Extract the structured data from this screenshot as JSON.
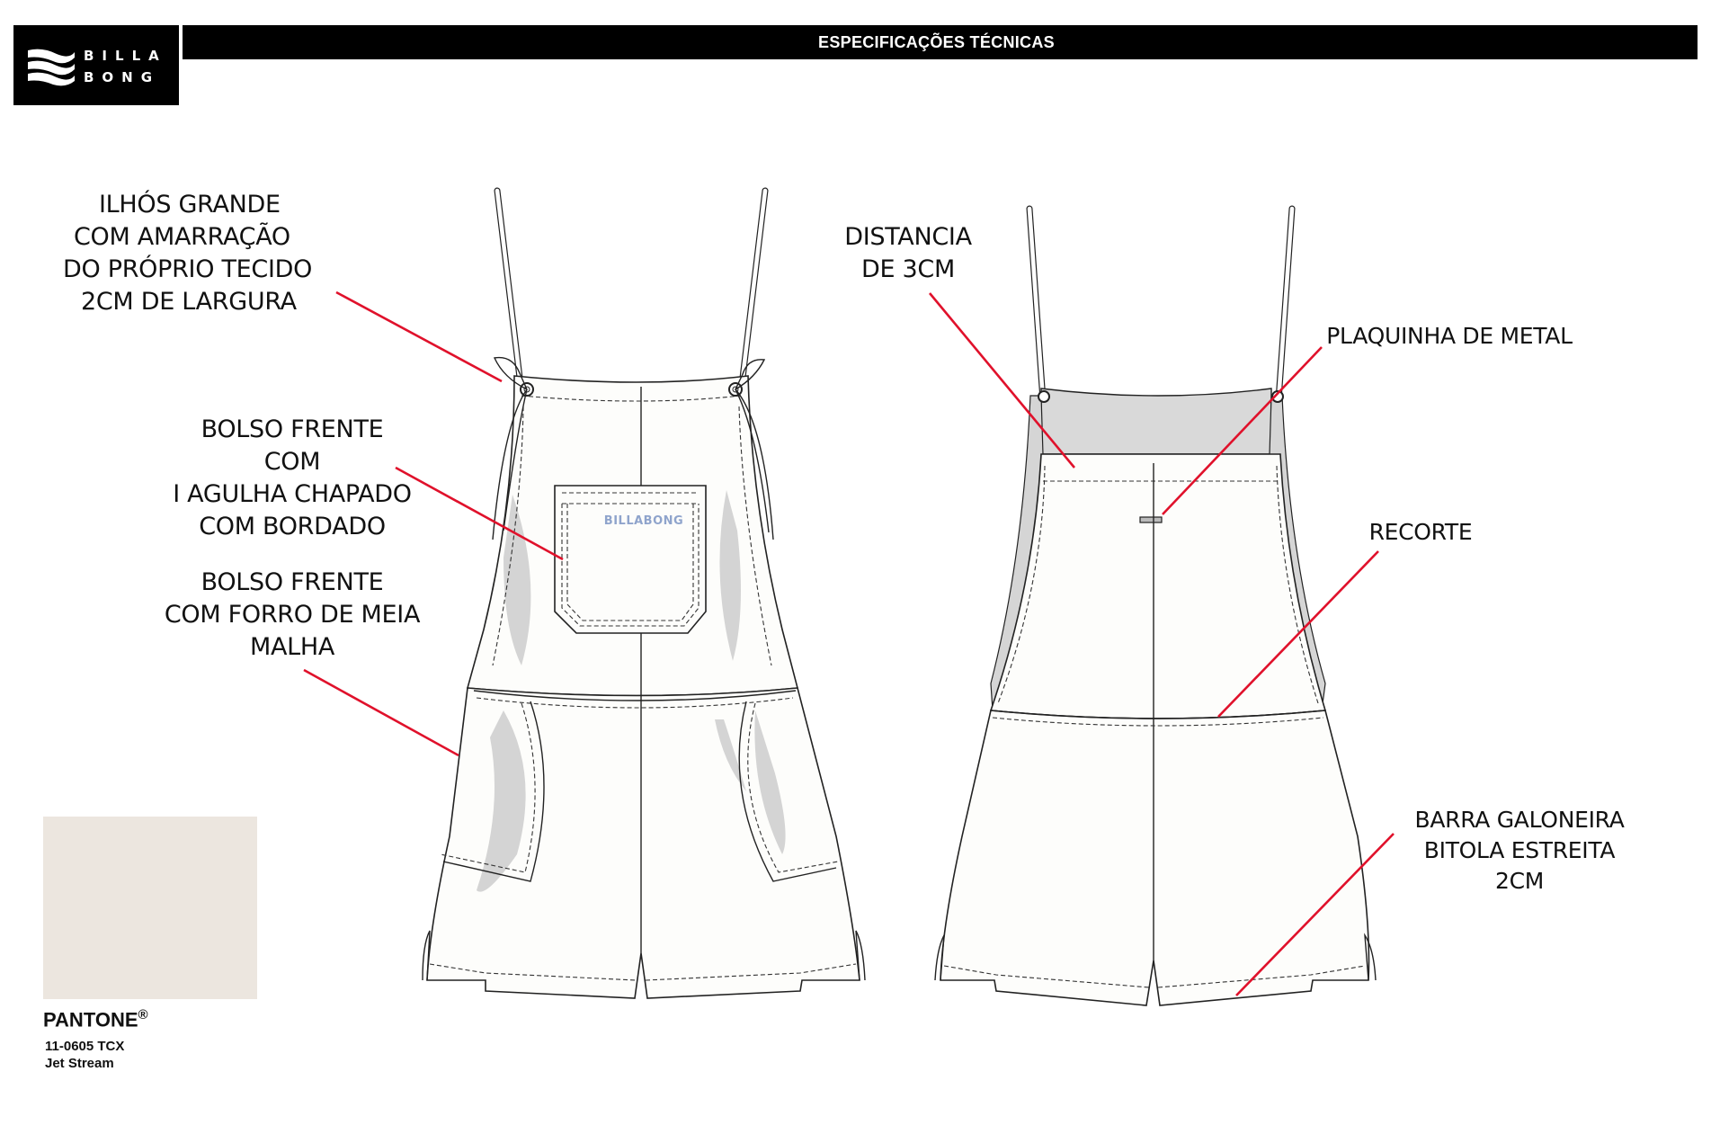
{
  "header": {
    "brand_line1": "BILLA",
    "brand_line2": "BONG",
    "title": "ESPECIFICAÇÕES TÉCNICAS"
  },
  "callouts": {
    "ilhos": [
      "ILHÓS GRANDE",
      "COM AMARRAÇÃO",
      "DO PRÓPRIO TECIDO",
      "2CM DE LARGURA"
    ],
    "bolso_frente_chapado": [
      "BOLSO FRENTE",
      "COM",
      "I AGULHA CHAPADO",
      "COM BORDADO"
    ],
    "bolso_frente_forro": [
      "BOLSO FRENTE",
      "COM FORRO DE MEIA",
      "MALHA"
    ],
    "distancia": [
      "DISTANCIA",
      "DE 3CM"
    ],
    "plaquinha": [
      "PLAQUINHA DE METAL"
    ],
    "recorte": [
      "RECORTE"
    ],
    "barra": [
      "BARRA GALONEIRA",
      "BITOLA ESTREITA",
      "2CM"
    ]
  },
  "pocket_embroidery": "BILLABONG",
  "pantone": {
    "brand": "PANTONE",
    "registered_mark": "®",
    "code": "11-0605 TCX",
    "name": "Jet Stream",
    "swatch_color": "#ECE6DF"
  },
  "colors": {
    "leader_line": "#E0112B",
    "garment_fill": "#FDFDFB",
    "garment_stroke": "#222222",
    "shadow": "#CFCFCF",
    "embroidery": "#8FA4CC"
  }
}
